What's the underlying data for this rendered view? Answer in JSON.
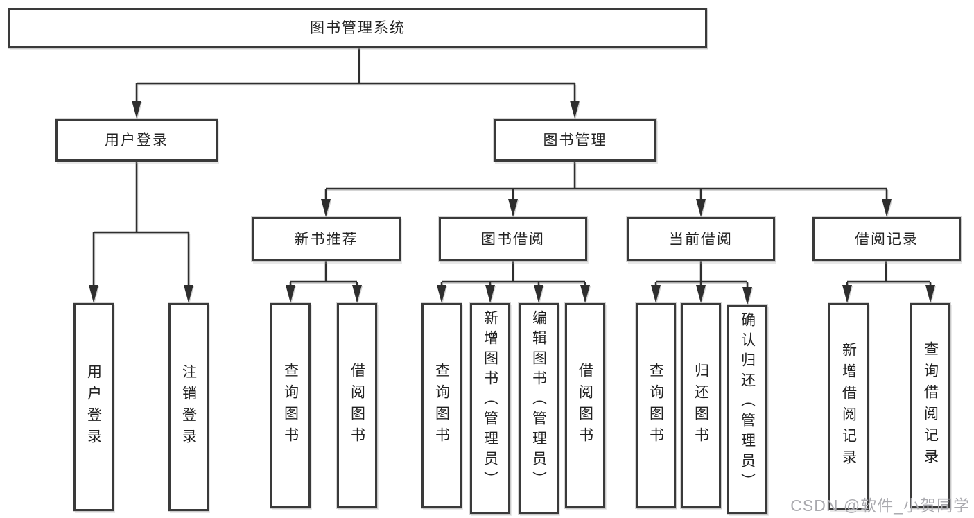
{
  "nodes": {
    "root": {
      "label": "图书管理系统"
    },
    "level2": {
      "user_login": {
        "label": "用户登录"
      },
      "book_management": {
        "label": "图书管理"
      }
    },
    "level3": {
      "new_book_recommend": {
        "label": "新书推荐"
      },
      "book_borrowing": {
        "label": "图书借阅"
      },
      "current_borrowing": {
        "label": "当前借阅"
      },
      "borrowing_records": {
        "label": "借阅记录"
      }
    },
    "leaves": {
      "user_login": {
        "label": "用户登录"
      },
      "logout": {
        "label": "注销登录"
      },
      "query_books_recommend": {
        "label": "查询图书"
      },
      "borrow_books_recommend": {
        "label": "借阅图书"
      },
      "query_books_borrowing": {
        "label": "查询图书"
      },
      "add_books_admin": {
        "label": "新增图书（管理员）"
      },
      "edit_books_admin": {
        "label": "编辑图书（管理员）"
      },
      "borrow_books_borrowing": {
        "label": "借阅图书"
      },
      "query_books_current": {
        "label": "查询图书"
      },
      "return_books": {
        "label": "归还图书"
      },
      "confirm_return_admin": {
        "label": "确认归还（管理员）"
      },
      "add_borrow_record": {
        "label": "新增借阅记录"
      },
      "query_borrow_record": {
        "label": "查询借阅记录"
      }
    }
  },
  "watermark": {
    "text": "CSDN @软件_小贺同学"
  },
  "colors": {
    "line": "#2e2e2e",
    "box_border": "#3a3a3a",
    "text": "#222222",
    "watermark": "#aaaaaf"
  }
}
